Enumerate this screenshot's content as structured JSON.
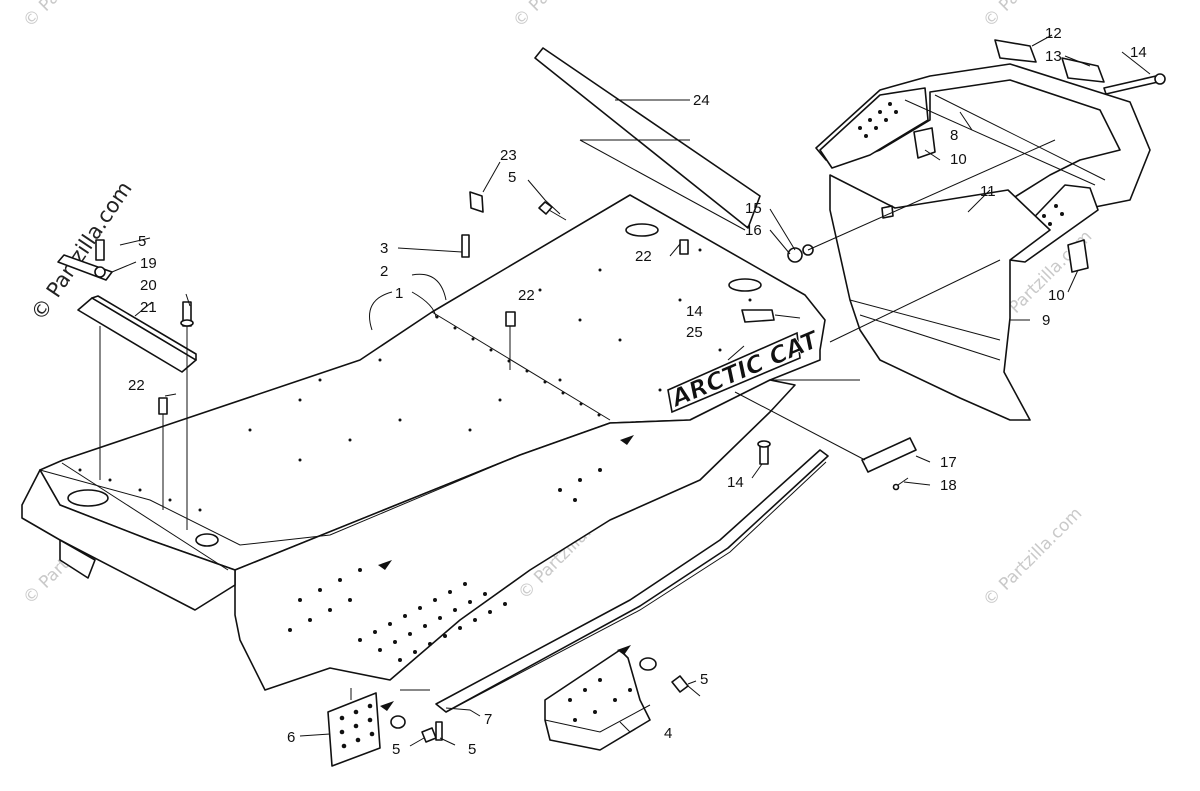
{
  "watermark": {
    "main": "© Partzilla.com",
    "repeat": "© Partzilla.com"
  },
  "decal_text": "ARCTIC CAT",
  "callouts": {
    "c1": "1",
    "c2": "2",
    "c3": "3",
    "c4": "4",
    "c5a": "5",
    "c5b": "5",
    "c5c": "5",
    "c5d": "5",
    "c5e": "5",
    "c6": "6",
    "c7": "7",
    "c8": "8",
    "c9": "9",
    "c10a": "10",
    "c10b": "10",
    "c11": "11",
    "c12": "12",
    "c13": "13",
    "c14a": "14",
    "c14b": "14",
    "c14c": "14",
    "c15": "15",
    "c16": "16",
    "c17": "17",
    "c18": "18",
    "c19": "19",
    "c20": "20",
    "c21": "21",
    "c22a": "22",
    "c22b": "22",
    "c22c": "22",
    "c23": "23",
    "c24": "24",
    "c25": "25"
  }
}
